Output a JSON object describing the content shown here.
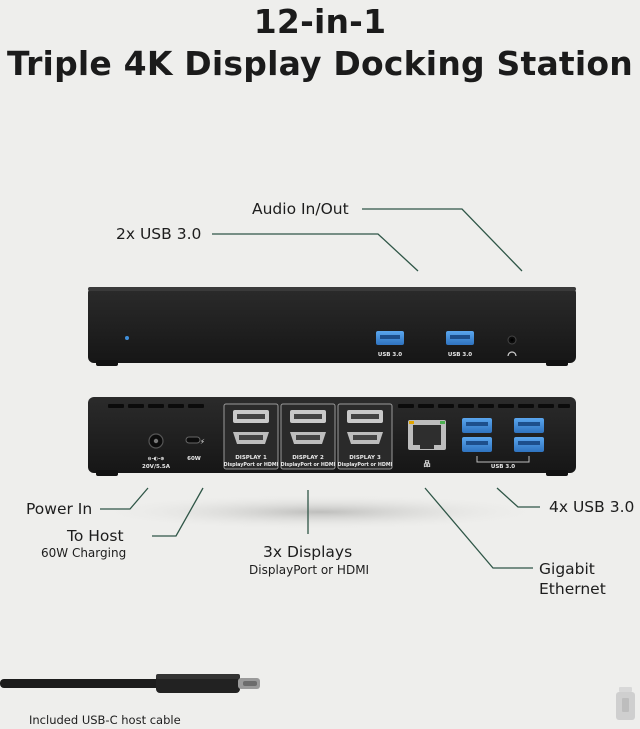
{
  "title_line1": "12-in-1",
  "title_line2": "Triple 4K Display Docking Station",
  "front": {
    "usb_port_label": "USB 3.0"
  },
  "rear": {
    "power_rating": "20V/5.5A",
    "host_rating": "60W",
    "display1": "DISPLAY 1",
    "display2": "DISPLAY 2",
    "display3": "DISPLAY 3",
    "display_types": "DisplayPort or HDMI",
    "usb_group_label": "USB 3.0"
  },
  "callouts": {
    "audio": "Audio In/Out",
    "usb_front": "2x USB 3.0",
    "power": "Power In",
    "host": "To Host",
    "host_sub": "60W Charging",
    "displays": "3x Displays",
    "displays_sub": "DisplayPort or HDMI",
    "ethernet_line1": "Gigabit",
    "ethernet_line2": "Ethernet",
    "usb_rear": "4x USB 3.0"
  },
  "cable_caption": "Included USB-C host cable",
  "colors": {
    "background": "#eeeeec",
    "dock_body": "#1f1f1f",
    "usb_blue": "#3f8ed9",
    "leader_line": "#2f5647"
  }
}
